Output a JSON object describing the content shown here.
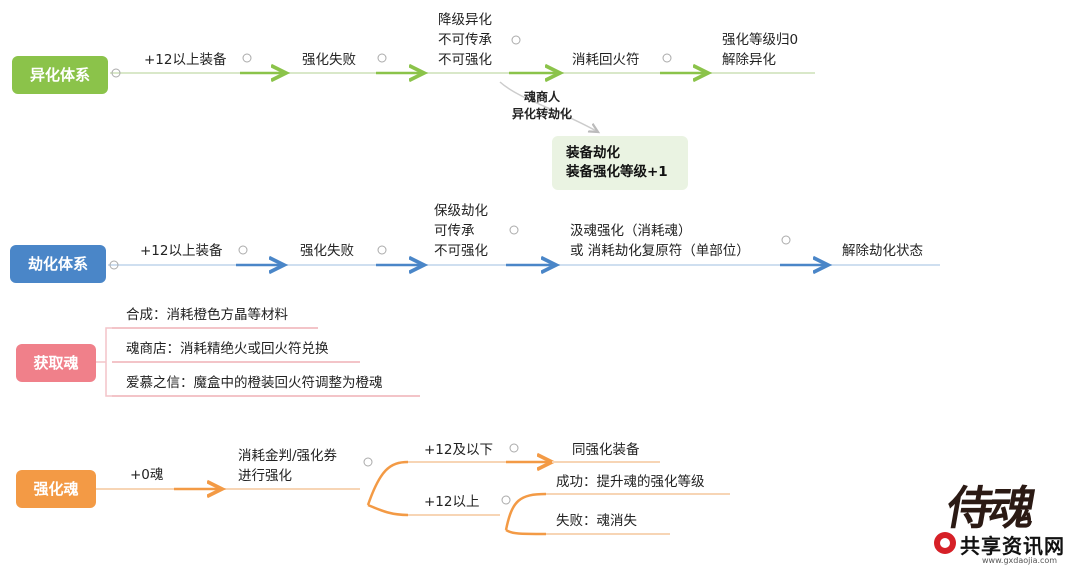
{
  "colors": {
    "green": "#8bc34a",
    "blue": "#4a86c8",
    "pink": "#f0808a",
    "orange": "#f39a45",
    "result_box": "#eaf3e2"
  },
  "branch1": {
    "root": "异化体系",
    "steps": [
      "+12以上装备",
      "强化失败",
      "降级异化\n不可传承\n不可强化",
      "消耗回火符",
      "强化等级归0\n解除异化"
    ],
    "side_label": "魂商人\n异化转劫化",
    "result": "装备劫化\n装备强化等级+1"
  },
  "branch2": {
    "root": "劫化体系",
    "steps": [
      "+12以上装备",
      "强化失败",
      "保级劫化\n可传承\n不可强化",
      "汲魂强化（消耗魂）\n或 消耗劫化复原符（单部位）",
      "解除劫化状态"
    ]
  },
  "branch3": {
    "root": "获取魂",
    "items": [
      "合成：消耗橙色方晶等材料",
      "魂商店：消耗精绝火或回火符兑换",
      "爱慕之信：魔盒中的橙装回火符调整为橙魂"
    ]
  },
  "branch4": {
    "root": "强化魂",
    "steps": [
      "+0魂",
      "消耗金判/强化券\n进行强化"
    ],
    "upper": {
      "condition": "+12及以下",
      "outcome": "同强化装备"
    },
    "lower": {
      "condition": "+12以上",
      "success": "成功：提升魂的强化等级",
      "fail": "失败：魂消失"
    }
  },
  "watermark": {
    "brush": "侍魂",
    "site": "共享资讯网",
    "domain": "www.gxdaojia.com"
  }
}
